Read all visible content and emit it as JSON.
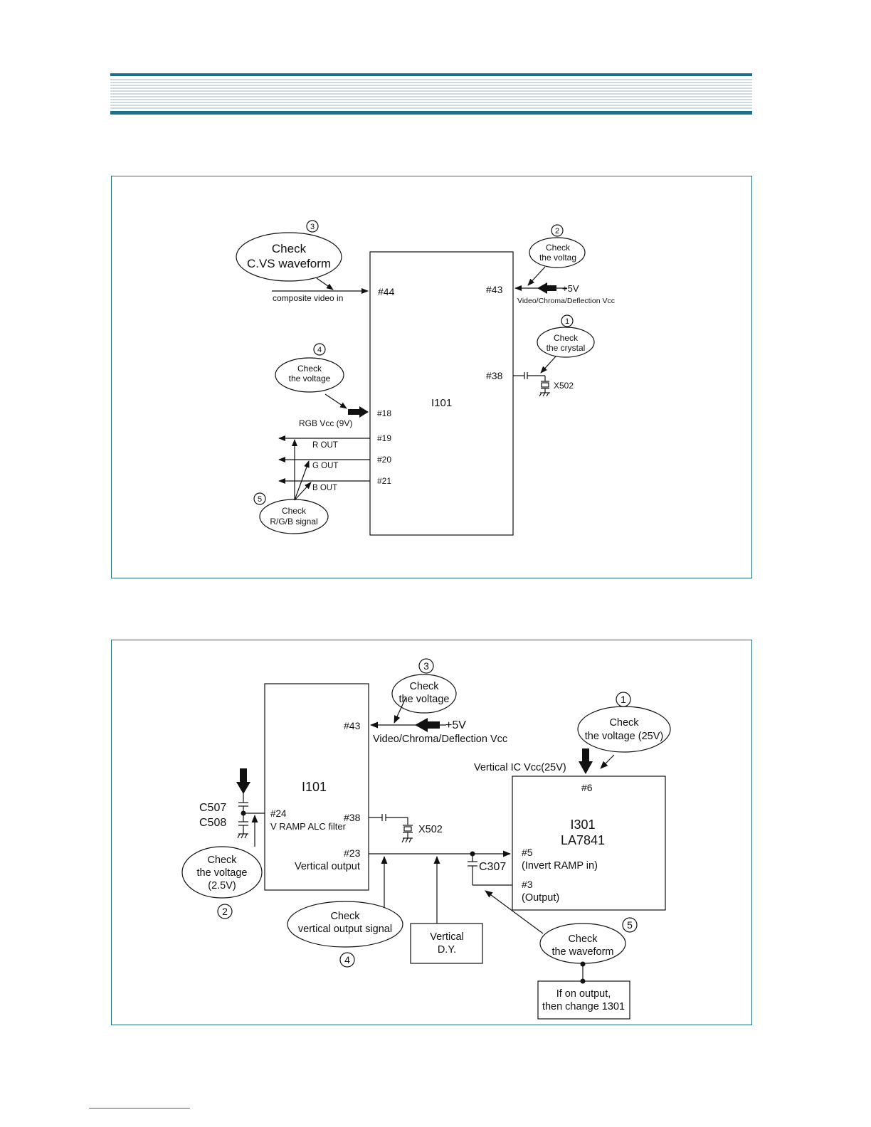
{
  "colors": {
    "accent": "#1f6d86",
    "stripe": "#9fb4c2",
    "line": "#111111"
  },
  "diagram1": {
    "ic_label": "I101",
    "pins": {
      "p44": "#44",
      "p43": "#43",
      "p38": "#38",
      "p18": "#18",
      "p19": "#19",
      "p20": "#20",
      "p21": "#21"
    },
    "signals": {
      "composite": "composite video in",
      "plus5v": "+5V",
      "vcc_label": "Video/Chroma/Deflection Vcc",
      "rgb_vcc": "RGB Vcc (9V)",
      "r_out": "R OUT",
      "g_out": "G OUT",
      "b_out": "B OUT",
      "crystal": "X502"
    },
    "callouts": {
      "c1": {
        "num": "1",
        "l1": "Check",
        "l2": "the crystal"
      },
      "c2": {
        "num": "2",
        "l1": "Check",
        "l2": "the voltag"
      },
      "c3": {
        "num": "3",
        "l1": "Check",
        "l2": "C.VS waveform"
      },
      "c4": {
        "num": "4",
        "l1": "Check",
        "l2": "the voltage"
      },
      "c5": {
        "num": "5",
        "l1": "Check",
        "l2": "R/G/B signal"
      }
    }
  },
  "diagram2": {
    "ic1": {
      "label": "I101",
      "p43": "#43",
      "p24": "#24",
      "p24_desc": "V RAMP ALC filter",
      "p38": "#38",
      "p23": "#23",
      "p23_desc": "Vertical output"
    },
    "ic2": {
      "label1": "I301",
      "label2": "LA7841",
      "p6": "#6",
      "p5": "#5",
      "p5_desc": "(Invert RAMP in)",
      "p3": "#3",
      "p3_desc": "(Output)"
    },
    "signals": {
      "plus5v": "+5V",
      "vcc_label": "Video/Chroma/Deflection Vcc",
      "vert_vcc": "Vertical IC Vcc(25V)",
      "c507": "C507",
      "c508": "C508",
      "c307": "C307",
      "crystal": "X502"
    },
    "boxes": {
      "dy_l1": "Vertical",
      "dy_l2": "D.Y.",
      "change_l1": "If on output,",
      "change_l2": "then change 1301"
    },
    "callouts": {
      "c1": {
        "num": "1",
        "l1": "Check",
        "l2": "the voltage (25V)"
      },
      "c2": {
        "num": "2",
        "l1": "Check",
        "l2": "the voltage",
        "l3": "(2.5V)"
      },
      "c3": {
        "num": "3",
        "l1": "Check",
        "l2": "the voltage"
      },
      "c4": {
        "num": "4",
        "l1": "Check",
        "l2": "vertical output signal"
      },
      "c5": {
        "num": "5",
        "l1": "Check",
        "l2": "the waveform"
      }
    }
  }
}
